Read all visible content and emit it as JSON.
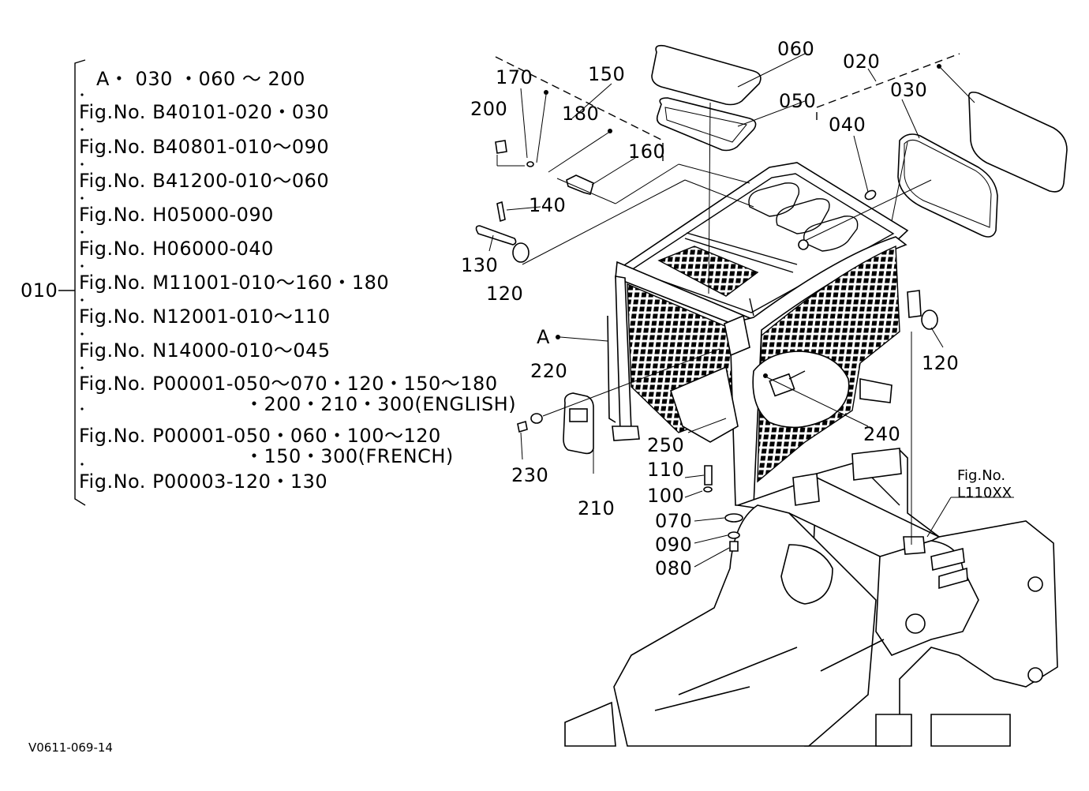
{
  "assembly_note": {
    "callout": "010",
    "refs": [
      "A・ 030 ・060 ～ 200",
      "Fig.No.  B40101-020・030",
      "Fig.No.  B40801-010～090",
      "Fig.No.  B41200-010～060",
      "Fig.No.  H05000-090",
      "Fig.No.  H06000-040",
      "Fig.No.  M11001-010～160・180",
      "Fig.No.  N12001-010～110",
      "Fig.No.  N14000-010～045",
      "Fig.No.  P00001-050～070・120・150～180",
      "・200・210・300(ENGLISH)",
      "Fig.No.  P00001-050・060・100～120",
      "・150・300(FRENCH)",
      "Fig.No.  P00003-120・130"
    ]
  },
  "callouts": {
    "c060": "060",
    "c050": "050",
    "c020": "020",
    "c030": "030",
    "c040": "040",
    "c150": "150",
    "c170": "170",
    "c180": "180",
    "c200": "200",
    "c160": "160",
    "c140": "140",
    "c130": "130",
    "c120a": "120",
    "c120b": "120",
    "cA": "A",
    "c220": "220",
    "c230": "230",
    "c210": "210",
    "c250": "250",
    "c240": "240",
    "c110": "110",
    "c100": "100",
    "c070": "070",
    "c090": "090",
    "c080": "080"
  },
  "frame_ref": {
    "line1": "Fig.No.",
    "line2": "L110XX"
  },
  "drawing_id": "V0611-069-14"
}
